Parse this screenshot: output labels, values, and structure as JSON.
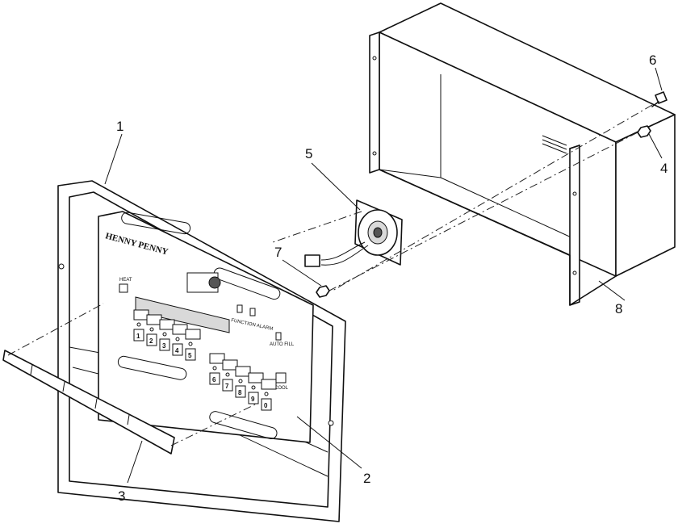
{
  "callouts": {
    "c1": "1",
    "c2": "2",
    "c3": "3",
    "c4": "4",
    "c5": "5",
    "c6": "6",
    "c7": "7",
    "c8": "8"
  },
  "panel": {
    "logo_text": "HENNY PENNY",
    "heat_label": "HEAT",
    "function_label": "FUNCTION ALARM",
    "auto_fill_label": "AUTO FILL",
    "cool_label": "COOL",
    "left_keys": [
      "1",
      "2",
      "3",
      "4",
      "5"
    ],
    "right_keys": [
      "6",
      "7",
      "8",
      "9",
      "0"
    ]
  }
}
